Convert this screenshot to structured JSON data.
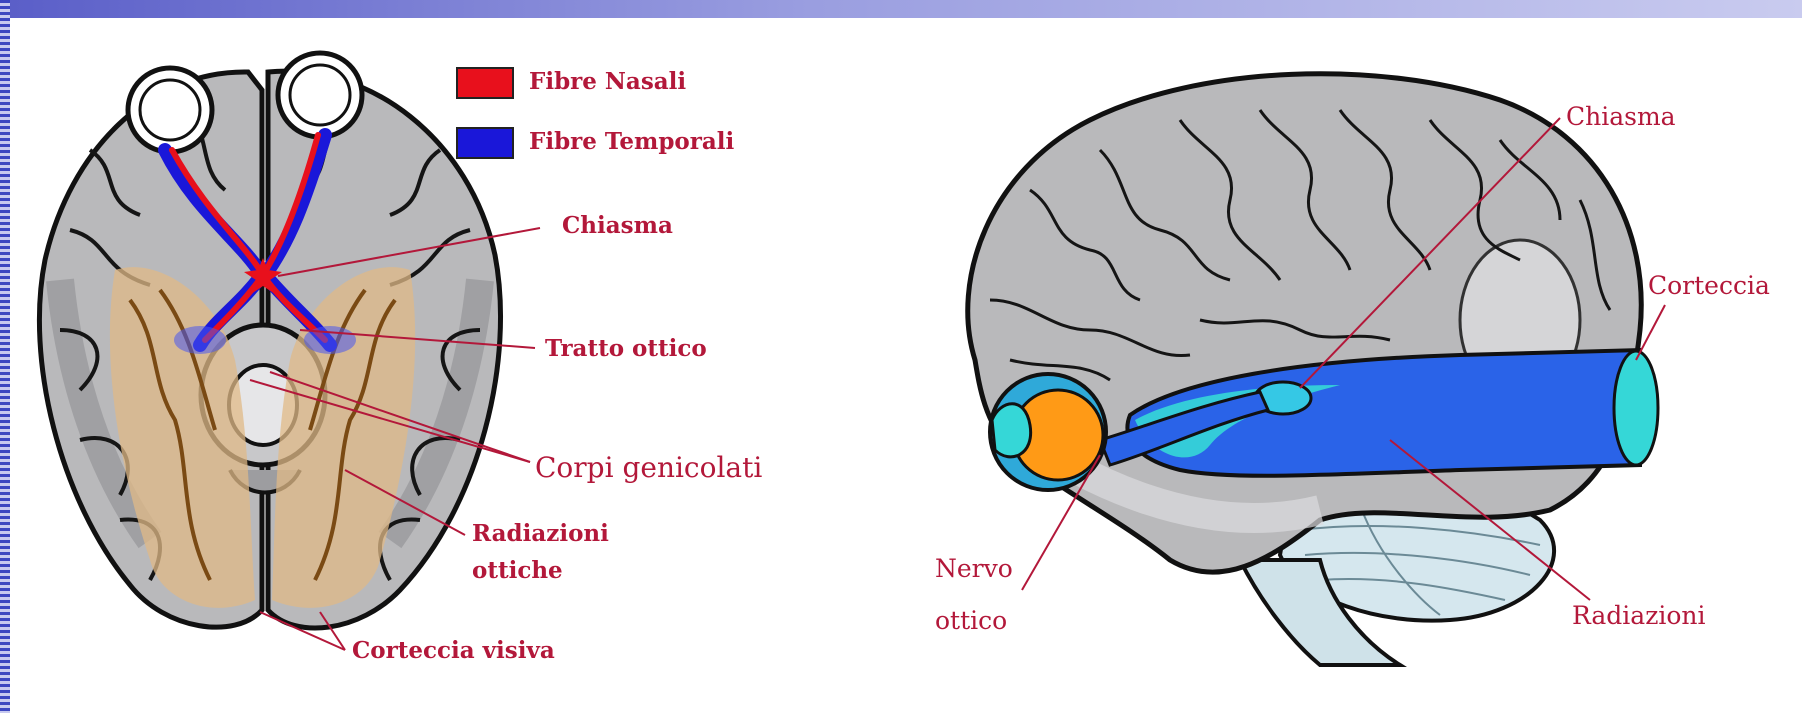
{
  "colors": {
    "nasal_fibers": "#e8101c",
    "temporal_fibers": "#1a17d9",
    "label_text": "#b3183a",
    "brain_gray": "#b9b9bb",
    "visual_cortex_overlay": "#e0b987",
    "optic_pathway_blue": "#2a63e8",
    "optic_pathway_cyan": "#35d7d7",
    "eyeball_orange": "#ff9a16"
  },
  "left_figure": {
    "legend": [
      {
        "label": "Fibre Nasali",
        "color": "#e8101c"
      },
      {
        "label": "Fibre Temporali",
        "color": "#1a17d9"
      }
    ],
    "labels": {
      "chiasma": "Chiasma",
      "tratto_ottico": "Tratto ottico",
      "corpi_genicolati": "Corpi genicolati",
      "radiazioni_line1": "Radiazioni",
      "radiazioni_line2": "ottiche",
      "corteccia_visiva": "Corteccia visiva"
    }
  },
  "right_figure": {
    "labels": {
      "chiasma": "Chiasma",
      "corteccia": "Corteccia",
      "nervo_line1": "Nervo",
      "nervo_line2": "ottico",
      "radiazioni": "Radiazioni"
    }
  }
}
